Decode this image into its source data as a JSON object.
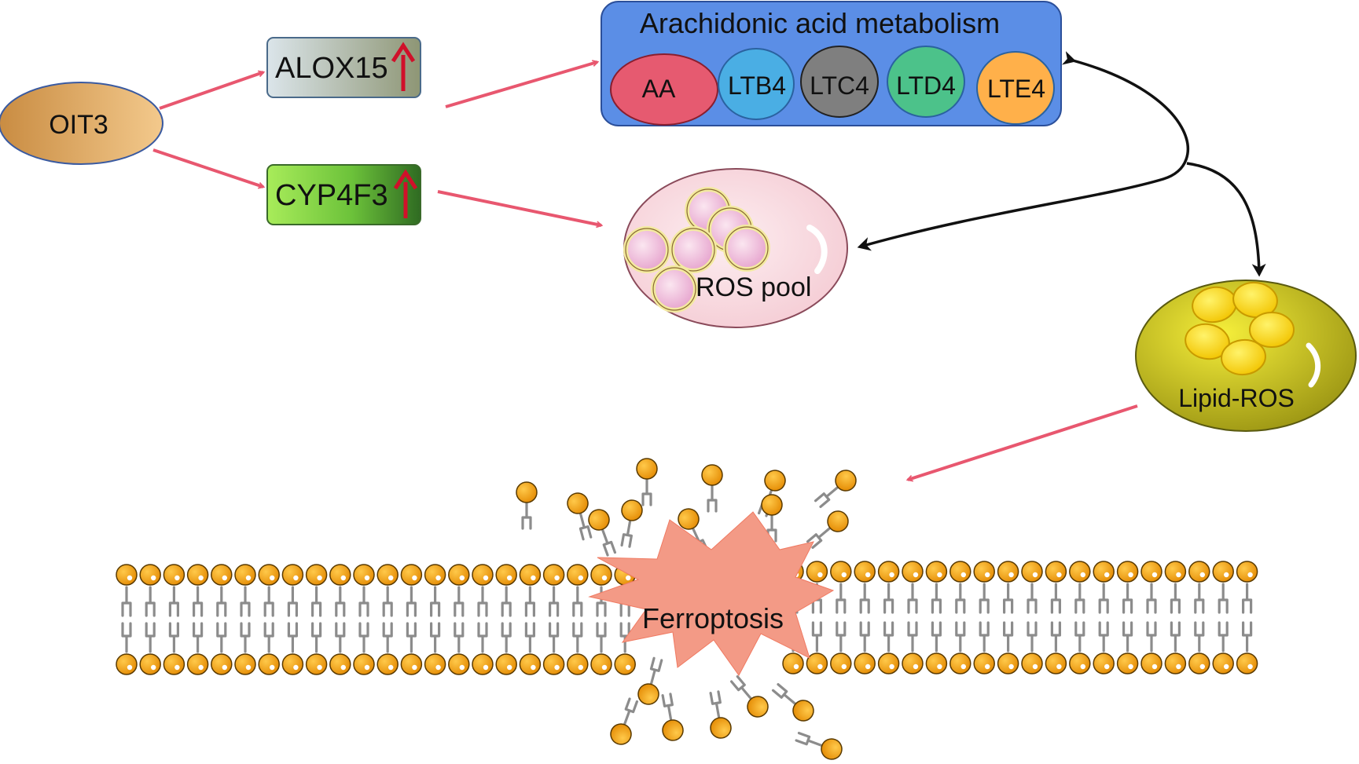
{
  "nodes": {
    "oit3": "OIT3",
    "alox15": "ALOX15",
    "cyp4f3": "CYP4F3",
    "aa_metabolism": {
      "title": "Arachidonic acid metabolism",
      "items": [
        "AA",
        "LTB4",
        "LTC4",
        "LTD4",
        "LTE4"
      ]
    },
    "ros_pool": "ROS pool",
    "lipid_ros": "Lipid-ROS",
    "ferroptosis": "Ferroptosis"
  },
  "colors": {
    "pink_arrow": "#e8576f",
    "black_arrow": "#111111",
    "up_arrow": "#d0102a",
    "aa_box": "#5b8ee6",
    "aa": "#e65a70",
    "ltb4": "#4aaee4",
    "ltc4": "#7f7f7f",
    "ltd4": "#4cc28a",
    "lte4": "#ffb04a",
    "ros_pool": "#f9dde2",
    "lipid_ros": "#c7c12a",
    "lipid_head": "#f2a516",
    "ferroptosis": "#f39a86"
  },
  "icons": [
    "up-arrow-icon",
    "ros-bubble-icon",
    "lipid-droplet-icon",
    "phospholipid-icon",
    "ferroptosis-burst-icon"
  ]
}
